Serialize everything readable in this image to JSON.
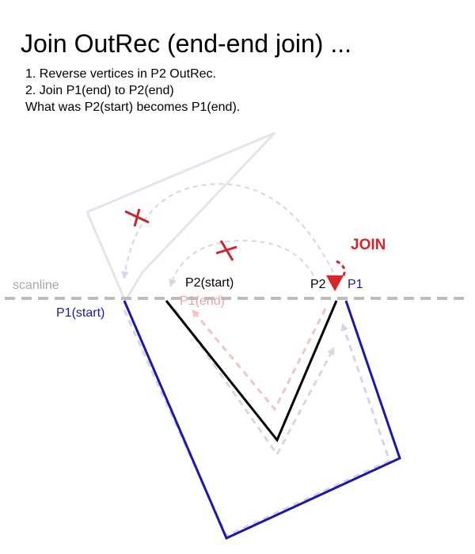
{
  "title": "Join OutRec (end-end join) ...",
  "steps": [
    "1. Reverse vertices in P2 OutRec.",
    "2. Join P1(end) to P2(end)",
    "What was P2(start) becomes P1(end)."
  ],
  "labels": {
    "scanline": "scanline",
    "p1_start": "P1(start)",
    "p2_start": "P2(start)",
    "p1_end": "P1(end)",
    "p2": "P2",
    "p1": "P1",
    "join": "JOIN"
  },
  "colors": {
    "p1_path": "#1a1aa6",
    "p2_path": "#000000",
    "p1_start_label": "#1a1aa6",
    "p1_label": "#1a1aa6",
    "p1_end_label": "#e7a6a6",
    "scanline": "#bdbdbd",
    "scanline_label": "#a8a8a8",
    "join": "#d7262b",
    "cross_mark": "#c8262b",
    "faded_outline": "#e4e4ef",
    "faded_arrow_lavender": "#d4d4f0",
    "faded_arrow_pink": "#f4c4c4",
    "faded_arrow_gray": "#d8d8d8"
  }
}
